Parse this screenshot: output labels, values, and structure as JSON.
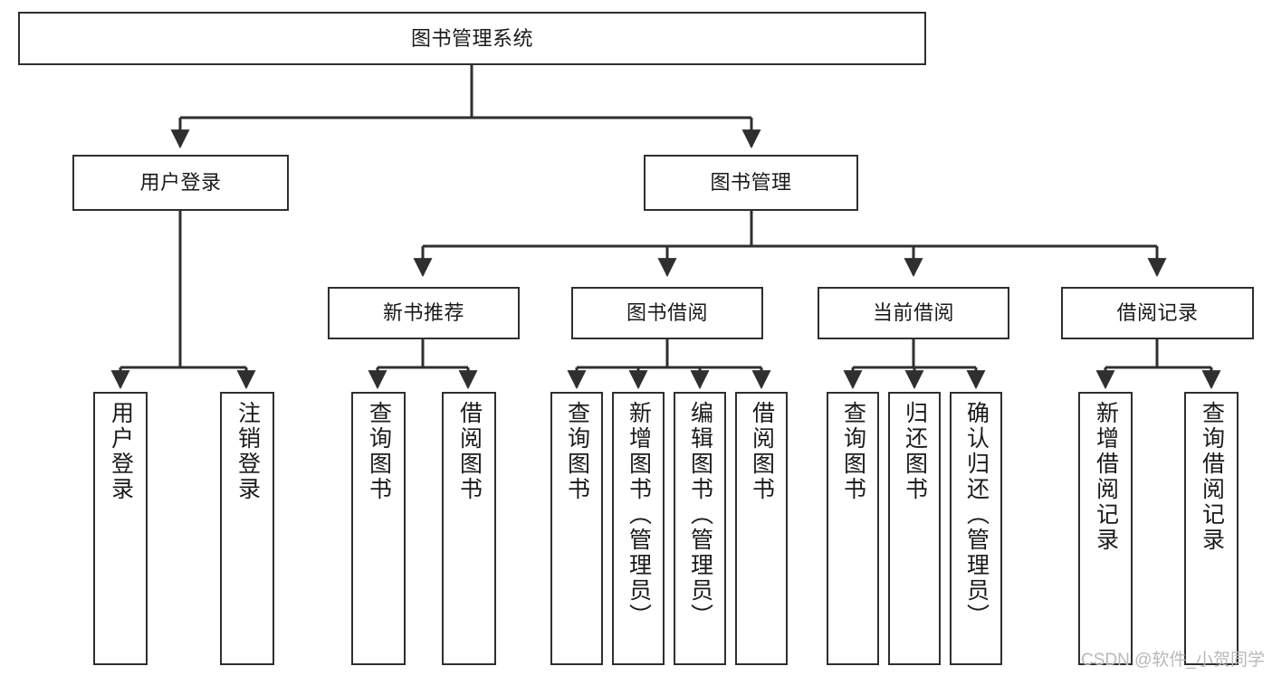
{
  "diagram": {
    "title": "图书管理系统",
    "type": "tree-hierarchy-diagram",
    "colors": {
      "box_border": "#2f2f2f",
      "box_fill": "#ffffff",
      "connector": "#2f2f2f",
      "text": "#1a1a1a",
      "watermark": "#b9b9b9",
      "background": "#ffffff"
    },
    "nodes": {
      "root": {
        "label": "图书管理系统"
      },
      "level1": [
        {
          "label": "用户登录"
        },
        {
          "label": "图书管理"
        }
      ],
      "level2": [
        {
          "label": "新书推荐"
        },
        {
          "label": "图书借阅"
        },
        {
          "label": "当前借阅"
        },
        {
          "label": "借阅记录"
        }
      ],
      "leaves": {
        "user_login": [
          {
            "label": "用户登录"
          },
          {
            "label": "注销登录"
          }
        ],
        "new_book_recommend": [
          {
            "label": "查询图书"
          },
          {
            "label": "借阅图书"
          }
        ],
        "book_borrow": [
          {
            "label": "查询图书"
          },
          {
            "label": "新增图书（管理员）"
          },
          {
            "label": "编辑图书（管理员）"
          },
          {
            "label": "借阅图书"
          }
        ],
        "current_borrow": [
          {
            "label": "查询图书"
          },
          {
            "label": "归还图书"
          },
          {
            "label": "确认归还（管理员）"
          }
        ],
        "borrow_record": [
          {
            "label": "新增借阅记录"
          },
          {
            "label": "查询借阅记录"
          }
        ]
      }
    },
    "watermark": "CSDN @软件_小贺同学"
  }
}
